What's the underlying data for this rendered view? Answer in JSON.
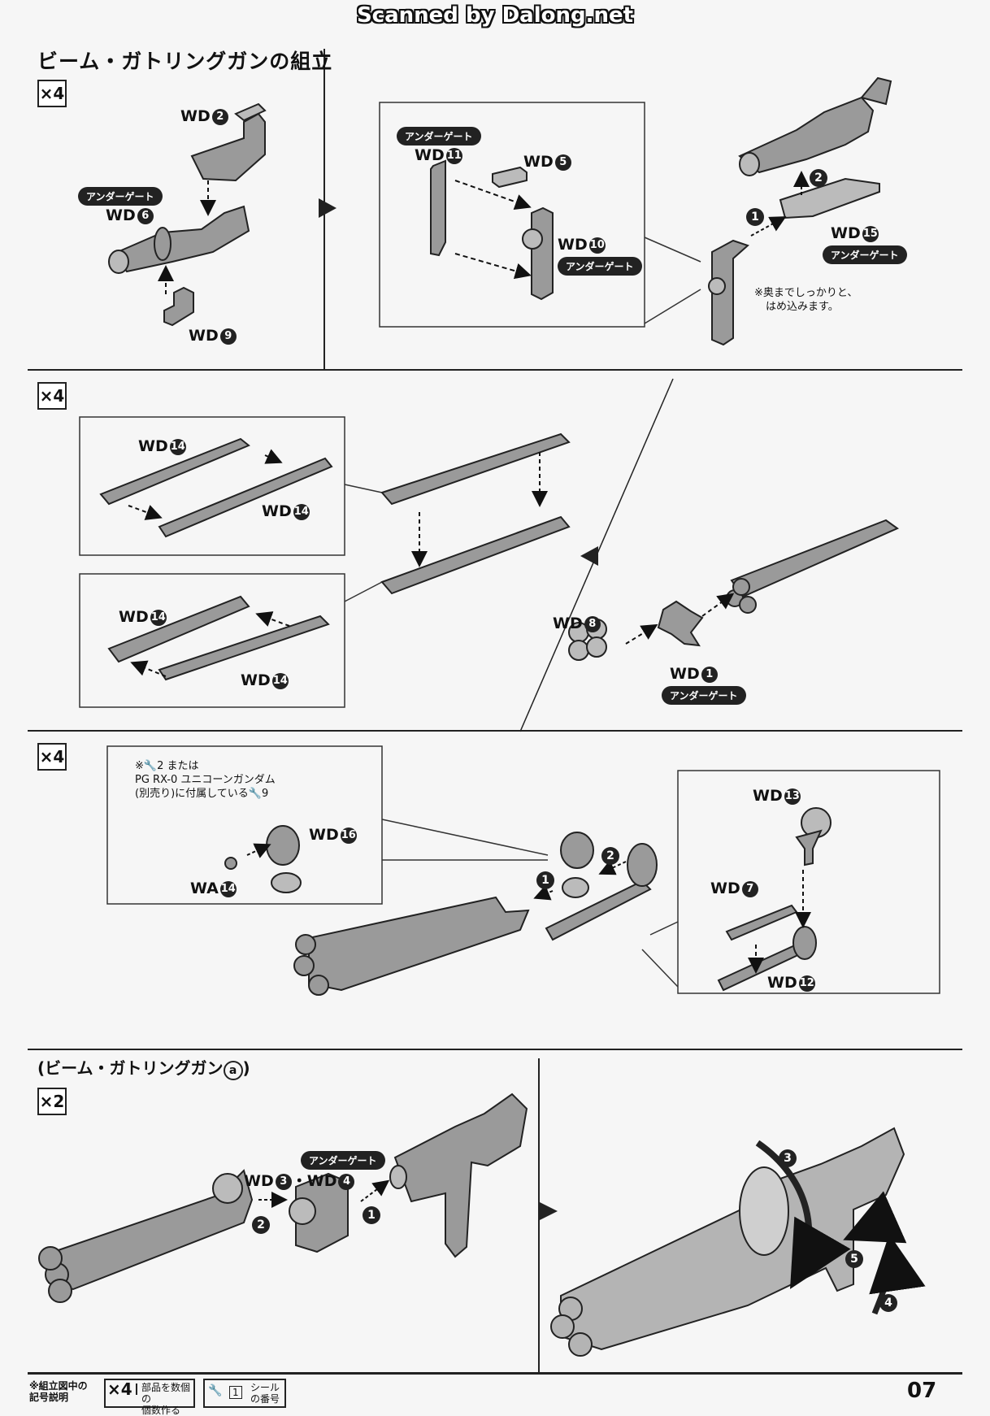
{
  "watermark": "Scanned by Dalong.net",
  "title": "ビーム・ガトリングガンの組立",
  "gate": "アンダーゲート",
  "x4": "×4",
  "x2": "×2",
  "s1": {
    "wd2": "WD",
    "wd6": "WD",
    "wd9": "WD",
    "wd11": "WD",
    "wd5": "WD",
    "wd10": "WD",
    "wd15": "WD",
    "note1": "※奥までしっかりと、",
    "note2": "はめ込みます。"
  },
  "nums": {
    "n1": "1",
    "n2": "2",
    "n3": "3",
    "n4": "4",
    "n5": "5",
    "n6": "6",
    "n7": "7",
    "n8": "8",
    "n9": "9",
    "n10": "10",
    "n11": "11",
    "n12": "12",
    "n13": "13",
    "n14": "14",
    "n15": "15",
    "n16": "16"
  },
  "s2": {
    "wd14a": "WD",
    "wd14b": "WD",
    "wd14c": "WD",
    "wd14d": "WD",
    "wd8": "WD",
    "wd1": "WD"
  },
  "s3": {
    "note1": "※",
    "note1b": "2 または",
    "note2": "PG RX-0 ユニコーンガンダム",
    "note3": "(別売り)に付属している",
    "note3b": "9",
    "wd16": "WD",
    "wa14": "WA",
    "wd13": "WD",
    "wd7": "WD",
    "wd12": "WD"
  },
  "s4": {
    "subtitle": "(ビーム・ガトリングガン",
    "sub_a": "a",
    ")": ")",
    "wd34": "WD",
    "wd34mid": "・WD"
  },
  "footer": {
    "note_title1": "※組立図中の",
    "note_title2": "記号説明",
    "legend_x4": "×4",
    "legend_x4_text1": "部品を数個の",
    "legend_x4_text2": "個数作る",
    "legend_seal_num": "1",
    "legend_seal_text1": "シール",
    "legend_seal_text2": "の番号",
    "page": "07"
  }
}
